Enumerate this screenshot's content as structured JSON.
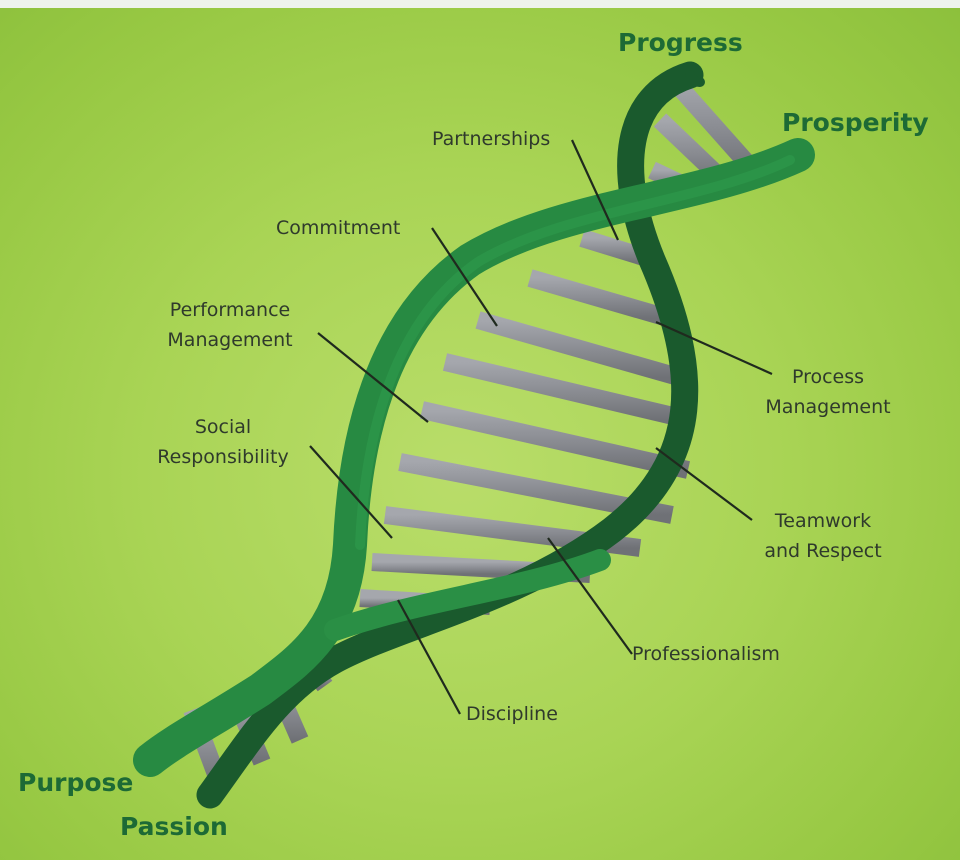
{
  "diagram": {
    "corner_labels": {
      "top": [
        "Progress",
        "Prosperity"
      ],
      "bottom": [
        "Purpose",
        "Passion"
      ]
    },
    "values": {
      "partnerships": "Partnerships",
      "commitment": "Commitment",
      "performance_management": [
        "Performance",
        "Management"
      ],
      "social_responsibility": [
        "Social",
        "Responsibility"
      ],
      "process_management": [
        "Process",
        "Management"
      ],
      "teamwork_and_respect": [
        "Teamwork",
        "and Respect"
      ],
      "professionalism": "Professionalism",
      "discipline": "Discipline"
    }
  },
  "colors": {
    "background": "#a9d455",
    "strand_dark": "#1d5e30",
    "strand_light": "#2c8a45",
    "rung": "#8b8d93",
    "label_text": "#2f3a2c",
    "corner_text": "#1d6a35"
  }
}
